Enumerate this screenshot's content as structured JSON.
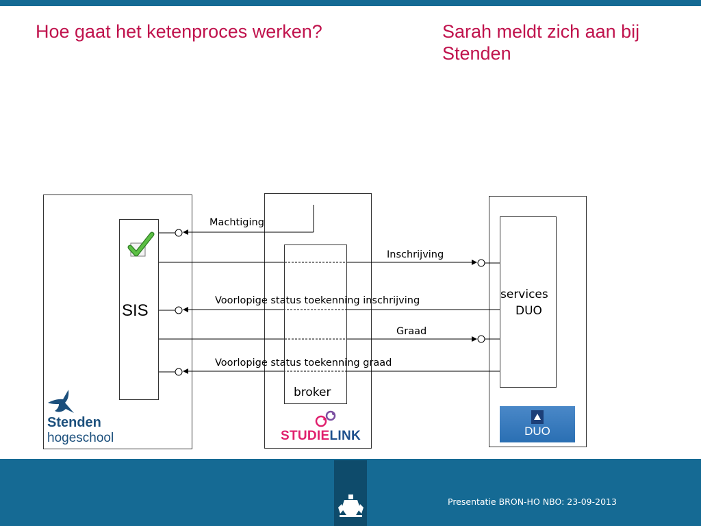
{
  "header": {
    "title_left": "Hoe gaat het ketenproces werken?",
    "title_right": "Sarah meldt zich aan bij Stenden"
  },
  "systems": {
    "sis_label": "SIS",
    "broker_label": "broker",
    "services_label": "services",
    "duo_label": "DUO"
  },
  "messages": [
    {
      "label": "Machtiging",
      "direction": "to-sis"
    },
    {
      "label": "Inschrijving",
      "direction": "to-duo"
    },
    {
      "label": "Voorlopige status toekenning inschrijving",
      "direction": "to-sis"
    },
    {
      "label": "Graad",
      "direction": "to-duo"
    },
    {
      "label": "Voorlopige status toekenning graad",
      "direction": "to-sis"
    }
  ],
  "logos": {
    "stenden_line1": "Stenden",
    "stenden_line2": "hogeschool",
    "studielink_part1": "STUDIE",
    "studielink_part2": "LINK",
    "duo": "DUO"
  },
  "colors": {
    "title": "#c0134d",
    "bar": "#156a94",
    "stenden_blue": "#1b4f7c",
    "studielink_pink": "#e0206e",
    "studielink_blue": "#1d4f8c",
    "check_green": "#4aa83a"
  },
  "footer": {
    "text": "Presentatie BRON-HO NBO: 23-09-2013"
  }
}
